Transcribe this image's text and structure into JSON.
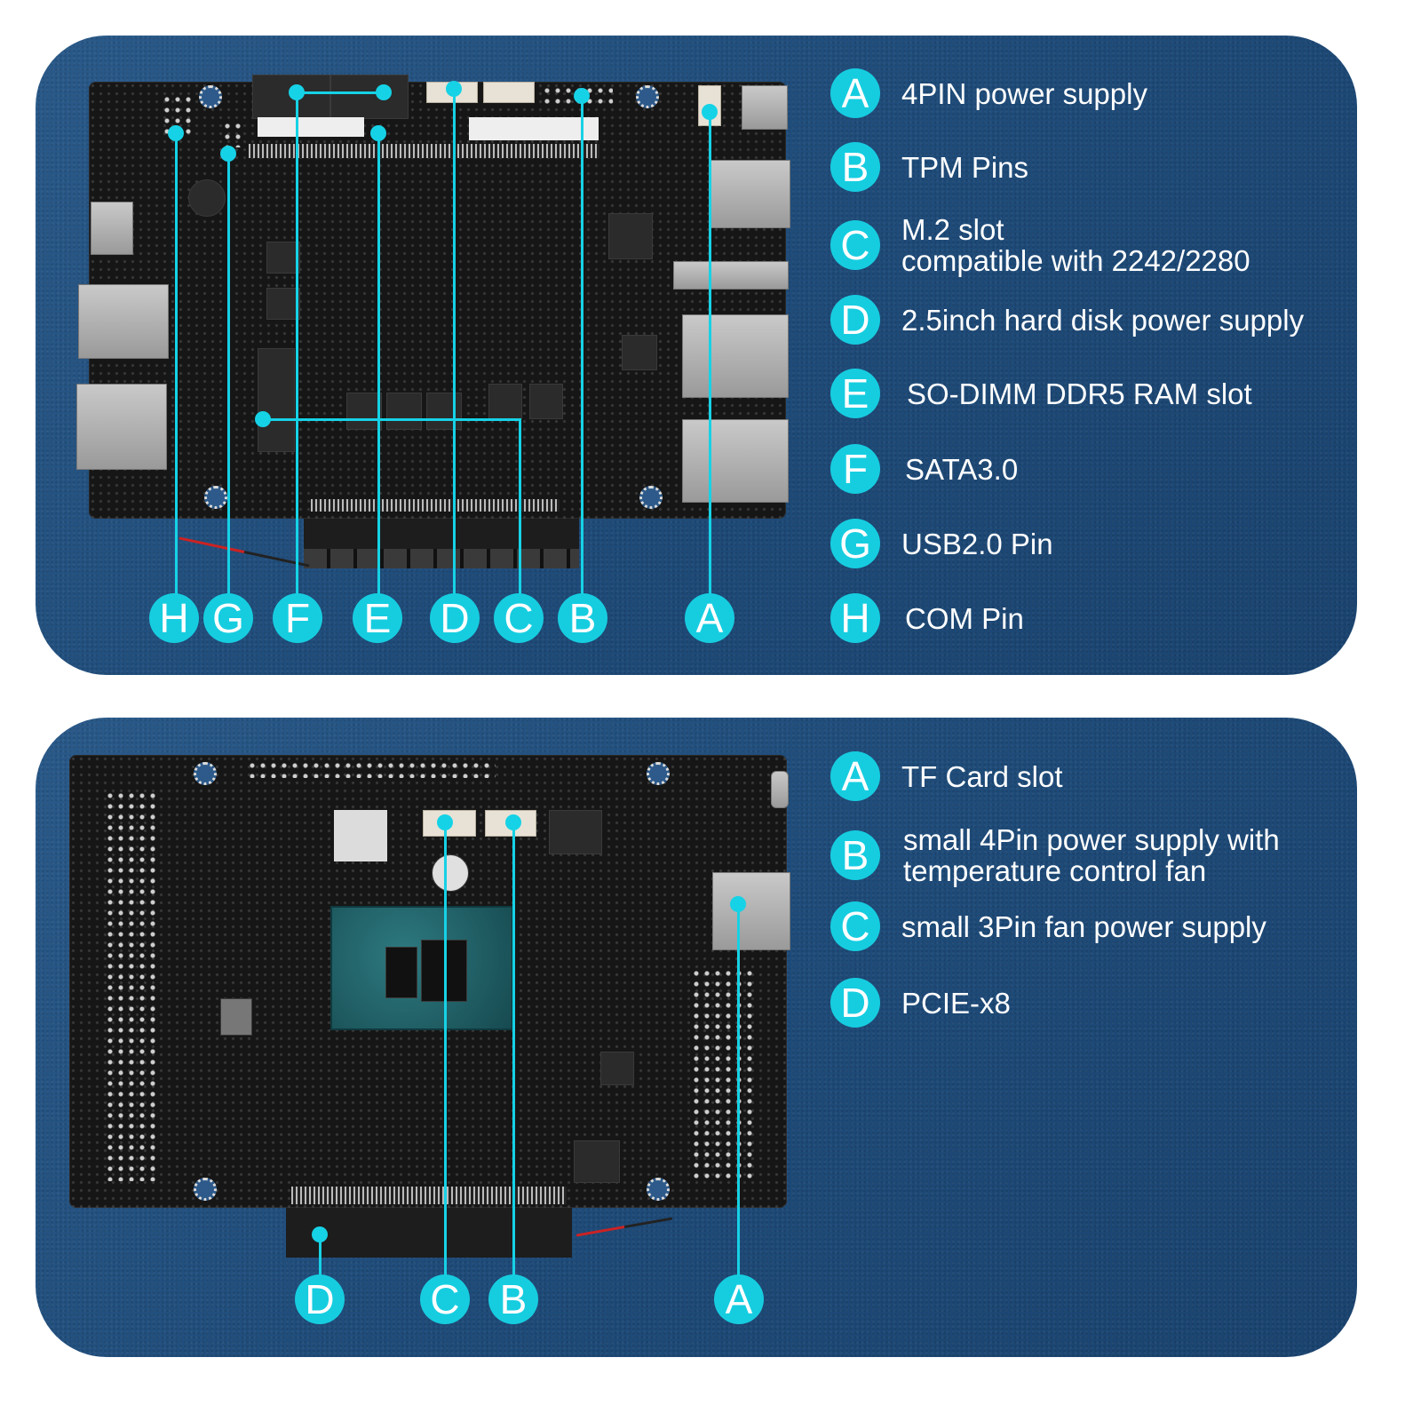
{
  "colors": {
    "panel_bg": "#1f4c7a",
    "accent_cyan": "#16cde0",
    "text": "#ffffff",
    "page_bg": "#ffffff"
  },
  "top_panel": {
    "description": "Motherboard top view with labeled components",
    "callout_letters": [
      "H",
      "G",
      "F",
      "E",
      "D",
      "C",
      "B",
      "A"
    ],
    "legend": [
      {
        "letter": "A",
        "text": "4PIN power supply"
      },
      {
        "letter": "B",
        "text": "TPM Pins"
      },
      {
        "letter": "C",
        "text": "M.2 slot\ncompatible with 2242/2280"
      },
      {
        "letter": "D",
        "text": "2.5inch hard disk power supply"
      },
      {
        "letter": "E",
        "text": "SO-DIMM DDR5 RAM slot"
      },
      {
        "letter": "F",
        "text": "SATA3.0"
      },
      {
        "letter": "G",
        "text": "USB2.0 Pin"
      },
      {
        "letter": "H",
        "text": "COM Pin"
      }
    ]
  },
  "bottom_panel": {
    "description": "Motherboard bottom view with labeled components",
    "callout_letters": [
      "D",
      "C",
      "B",
      "A"
    ],
    "legend": [
      {
        "letter": "A",
        "text": "TF Card slot"
      },
      {
        "letter": "B",
        "text": "small 4Pin power supply with\ntemperature control fan"
      },
      {
        "letter": "C",
        "text": "small 3Pin fan power supply"
      },
      {
        "letter": "D",
        "text": "PCIE-x8"
      }
    ]
  }
}
